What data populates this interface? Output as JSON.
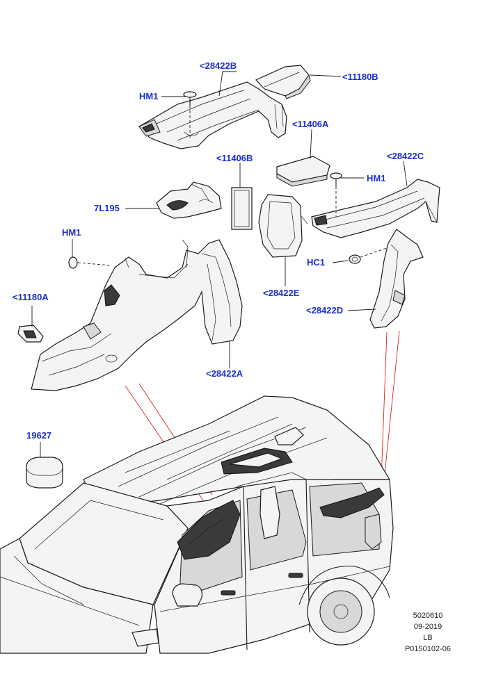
{
  "callouts": {
    "c28422B": "<28422B",
    "c11180B": "<11180B",
    "hm1_top": "HM1",
    "c11406A": "<11406A",
    "c11406B": "<11406B",
    "c28422C": "<28422C",
    "hm1_right": "HM1",
    "c7L195": "7L195",
    "hm1_left": "HM1",
    "hc1": "HC1",
    "c28422E": "<28422E",
    "c11180A": "<11180A",
    "c28422D": "<28422D",
    "c28422A": "<28422A",
    "c19627": "19627"
  },
  "stamp": {
    "code": "5020610",
    "date": "09-2019",
    "region": "LB",
    "ref": "P0150102-06"
  },
  "colors": {
    "callout": "#1a2fd6",
    "leader_red": "#e02020"
  }
}
